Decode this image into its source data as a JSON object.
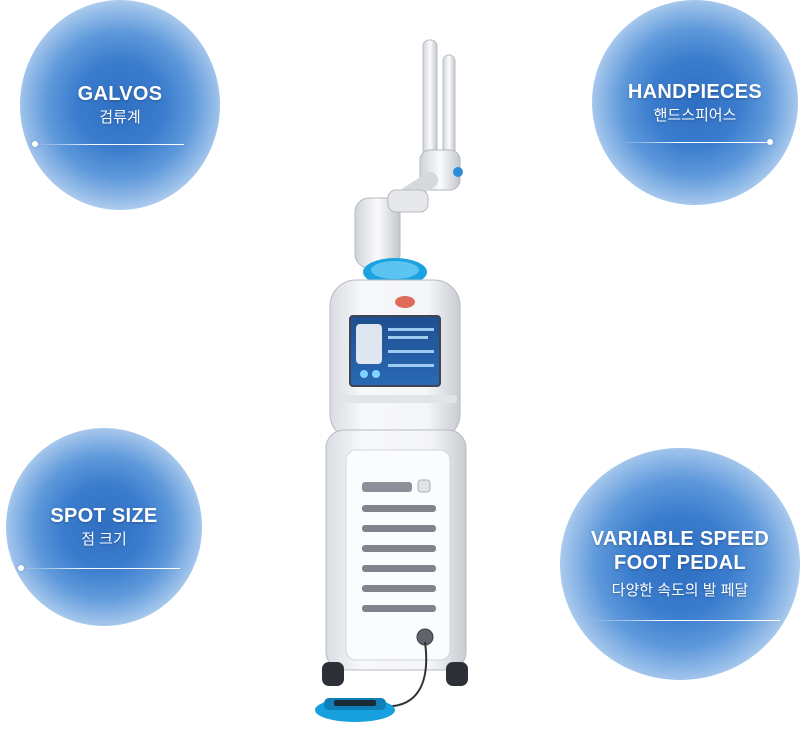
{
  "features": {
    "galvos": {
      "en": "GALVOS",
      "ko": "검류계"
    },
    "handpieces": {
      "en": "HANDPIECES",
      "ko": "핸드스피어스"
    },
    "spot_size": {
      "en": "SPOT SIZE",
      "ko": "점 크기"
    },
    "foot_pedal": {
      "en_line1": "VARIABLE SPEED",
      "en_line2": "FOOT PEDAL",
      "ko": "다양한 속도의 발 페달"
    }
  },
  "colors": {
    "orb_core": "#2f6fc2",
    "orb_edge": "#d4e5f7",
    "accent_blue": "#1aa3e0",
    "device_white": "#f3f4f6"
  },
  "icons": {
    "device": "laser-device-illustration",
    "pedal": "foot-pedal-illustration"
  }
}
